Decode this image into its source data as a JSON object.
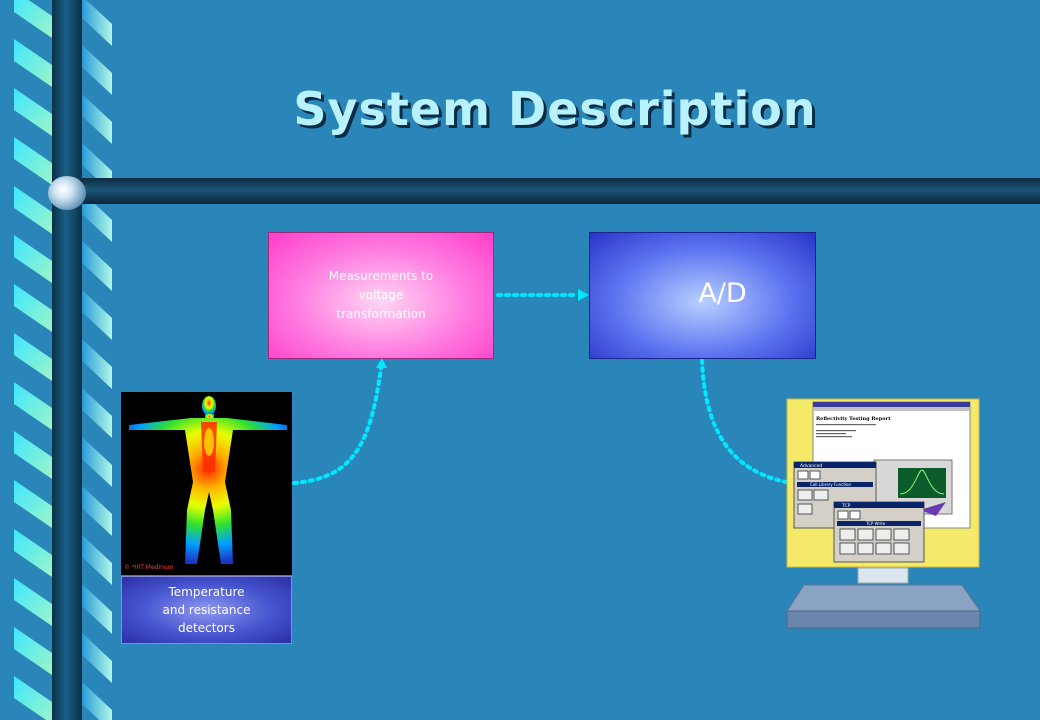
{
  "slide": {
    "title": "System Description"
  },
  "diagram": {
    "measurement_box": {
      "label": "Measurements  to\nvoltage\ntransformation",
      "color": "#ff66dd"
    },
    "ad_box": {
      "label": "A/D",
      "color": "#4a5ee8"
    },
    "detector_box": {
      "label": "Temperature\nand resistance\ndetectors",
      "color": "#4654cf"
    },
    "thermal_image": {
      "credit": "© *IIIT Medinum"
    },
    "connector_color": "#00e0ff"
  },
  "computer_screen": {
    "report_title": "Reflectivity Testing Report",
    "window_1_title": "Advanced",
    "window_1_label": "Call Library Function",
    "window_2_title": "TCP",
    "window_2_label": "TCP Write"
  }
}
